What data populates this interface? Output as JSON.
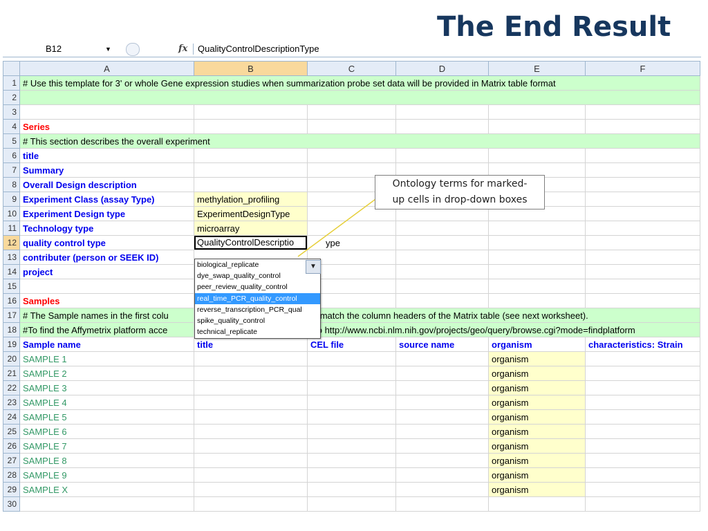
{
  "slide_title": "The End Result",
  "formula_bar": {
    "cell_ref": "B12",
    "fx_label": "fx",
    "content": "QualityControlDescriptionType"
  },
  "columns": [
    "A",
    "B",
    "C",
    "D",
    "E",
    "F"
  ],
  "rows": {
    "r1": "# Use this template for 3' or whole Gene expression studies when summarization probe set data will be provided in Matrix table format",
    "r4": "Series",
    "r5": "# This section describes the overall experiment",
    "r6": "title",
    "r7": "Summary",
    "r8": "Overall Design description",
    "r9a": "Experiment Class (assay Type)",
    "r9b": "methylation_profiling",
    "r10a": "Experiment Design type",
    "r10b": "ExperimentDesignType",
    "r11a": "Technology type",
    "r11b": "microarray",
    "r12a": "quality control type",
    "r12b": "QualityControlDescriptio",
    "r12c": "ype",
    "r13": "contributer (person or SEEK ID)",
    "r14": "project",
    "r16": "Samples",
    "r17a": "# The Sample names in the first colu",
    "r17c": "st match the column headers of the Matrix table (see next worksheet).",
    "r18a": "#To find the Affymetrix platform acce",
    "r18b": "ssion numbers (GPLxxxx), go to http://www.ncbi.nlm.nih.gov/projects/geo/query/browse.cgi?mode=findplatform",
    "r19": [
      "Sample name",
      "title",
      "CEL file",
      "source name",
      "organism",
      "characteristics: Strain"
    ]
  },
  "samples": [
    {
      "name": "SAMPLE 1",
      "organism": "organism"
    },
    {
      "name": "SAMPLE 2",
      "organism": "organism"
    },
    {
      "name": "SAMPLE 3",
      "organism": "organism"
    },
    {
      "name": "SAMPLE 4",
      "organism": "organism"
    },
    {
      "name": "SAMPLE 5",
      "organism": "organism"
    },
    {
      "name": "SAMPLE 6",
      "organism": "organism"
    },
    {
      "name": "SAMPLE 7",
      "organism": "organism"
    },
    {
      "name": "SAMPLE 8",
      "organism": "organism"
    },
    {
      "name": "SAMPLE 9",
      "organism": "organism"
    },
    {
      "name": "SAMPLE X",
      "organism": "organism"
    }
  ],
  "dropdown": {
    "items": [
      "biological_replicate",
      "dye_swap_quality_control",
      "peer_review_quality_control",
      "real_time_PCR_quality_control",
      "reverse_transcription_PCR_qual",
      "spike_quality_control",
      "technical_replicate"
    ],
    "highlighted": "real_time_PCR_quality_control"
  },
  "callout": {
    "line1": "Ontology terms for marked-",
    "line2": "up cells in drop-down boxes"
  },
  "colors": {
    "title": "#17375e",
    "section_red": "#ff0000",
    "label_blue": "#0000ee",
    "comment_green": "#ccffcc",
    "ontology_yellow": "#ffffcc",
    "sample_green": "#339966",
    "highlight": "#3399ff"
  }
}
